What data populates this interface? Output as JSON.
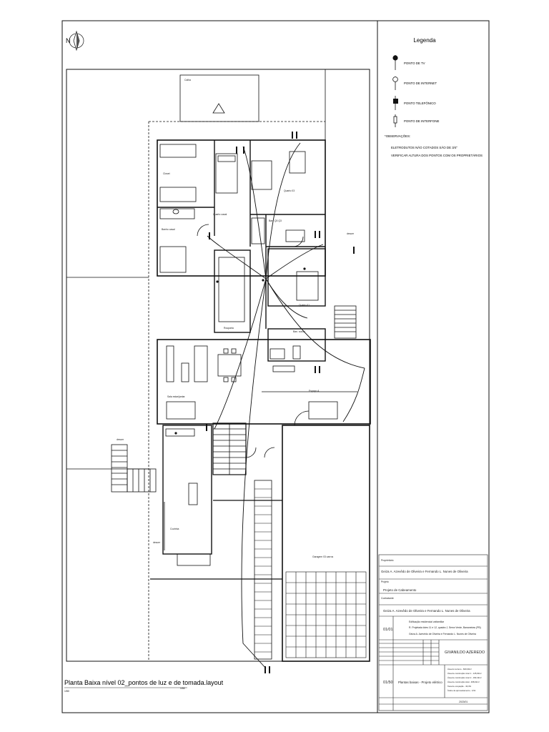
{
  "north": {
    "letter": "N"
  },
  "legend": {
    "title": "Legenda",
    "items": [
      {
        "label": "PONTO DE TV",
        "symbol": "tv-point-icon"
      },
      {
        "label": "PONTO DE INTERNET",
        "symbol": "internet-point-icon"
      },
      {
        "label": "PONTO TELEFÔNICO",
        "symbol": "phone-point-icon"
      },
      {
        "label": "PONTO DE INTERFONE",
        "symbol": "intercom-point-icon"
      }
    ],
    "observations_title": "*OBSERVAÇÕES:",
    "observations": [
      "ELETRODUTOS NÃO COTADOS SÃO DE 3/4\"",
      "VERIFICAR ALTURA DOS PONTOS COM OS PROPRIETÁRIOS"
    ]
  },
  "rooms": {
    "calha": "Calha",
    "closet": "Closet",
    "quarto_casal": "Quarto casal",
    "banho_casal": "Banho casal",
    "quarto_03": "Quarto 03",
    "banho_03": "Ban. Q3 Q3",
    "rouparia": "Rouparia",
    "quarto_01": "Quarto 01",
    "banho_social": "Ban. social",
    "sala_estar": "Sala estar/jantar",
    "espaco": "Espaço A",
    "cozinha": "Cozinha",
    "garagem": "Garagem 03 carros",
    "descer_1": "descer",
    "descer_2": "descer",
    "descer_3": "descer"
  },
  "drawing": {
    "title": "Planta Baixa nível 02_pontos de luz e de tomada.layout",
    "scale_left": "1/50",
    "scale_right": "1/50"
  },
  "title_block": {
    "proprietario_label": "Proprietário",
    "proprietario": "Geiza A. Azevêdo de Oliveira e Fernando L. Nunes de Oliveira",
    "projeto_label": "Projeto",
    "projeto": "Projeto de Cabeamento",
    "contratante_label": "Contratante",
    "contratante": "Geiza A. Azevêdo de Oliveira e Fernando L. Nunes de Oliveira",
    "sheet_number_1": "01/01",
    "obra_label": "Edificação residencial unifamiliar",
    "endereco": "R. Projetada lotes 11 e 12, quadra J, Serra Verde, Bananeiras (PB)",
    "proprietarios_line": "Geiza A. Azevêdo de Oliveira e Fernando L. Nunes de Oliveira",
    "autor": "GIVANILDO AZEREDO",
    "sheet_number_2": "01/50",
    "sheet_title": "Plantas baixas - Projeto elétrico",
    "areas": [
      "Área do terreno - 600,00m²",
      "Área de construção nível 1 - 125,60m²",
      "Área de construção nível 2 - 182,42m²",
      "Área de construção total - 308,02m²",
      "Taxa de ocupação - 30,3%",
      "Índice de aproveitamento - 0,51"
    ],
    "date": "2023/01"
  }
}
